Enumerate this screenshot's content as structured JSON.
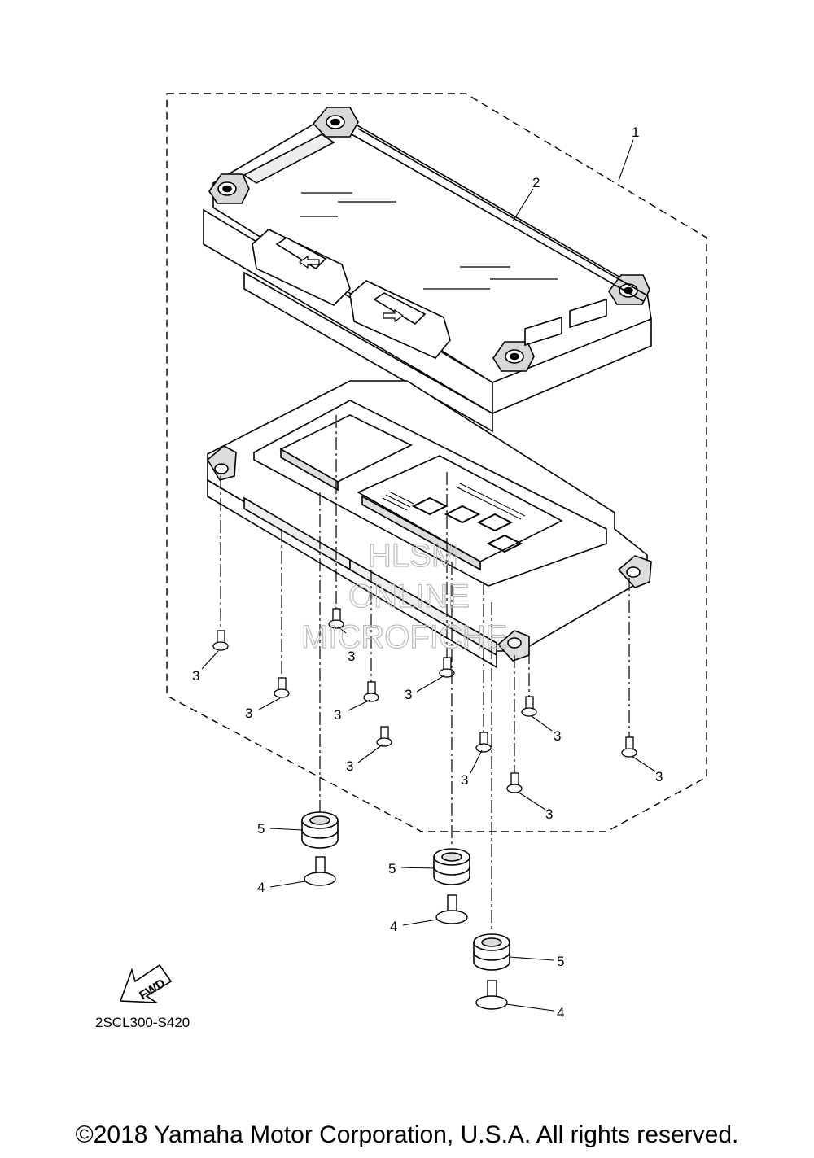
{
  "diagram": {
    "part_code": "2SCL300-S420",
    "fwd_label": "FWD",
    "callouts": [
      "1",
      "2",
      "3",
      "4",
      "5"
    ],
    "watermark": [
      "HLSM",
      "ONLINE",
      "MICROFICHE"
    ]
  },
  "copyright": "©2018 Yamaha Motor Corporation, U.S.A. All rights reserved.",
  "colors": {
    "line": "#000000",
    "background": "#ffffff",
    "watermark": "#bbbbbb"
  }
}
